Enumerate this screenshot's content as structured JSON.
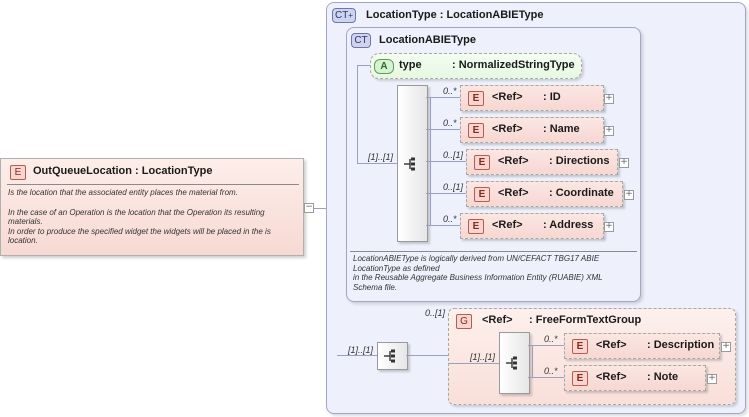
{
  "root": {
    "badge": "E",
    "title": "OutQueueLocation : LocationType",
    "doc": [
      "Is the location that the associated entity places the material from.",
      "In the case of an Operation is the location that the Operation its resulting materials.",
      "In order to produce the specified widget the widgets will be placed in the is location."
    ]
  },
  "complexType": {
    "badge": "CT",
    "title": "LocationType : LocationABIEType",
    "base": {
      "badge": "CT",
      "title": "LocationABIEType",
      "attribute": {
        "badge": "A",
        "name": "type",
        "type": ": NormalizedStringType"
      },
      "sequence_cardinality": "[1]..[1]",
      "elements": [
        {
          "card": "0..*",
          "badge": "E",
          "ref": "<Ref>",
          "name": ": ID"
        },
        {
          "card": "0..*",
          "badge": "E",
          "ref": "<Ref>",
          "name": ": Name"
        },
        {
          "card": "0..[1]",
          "badge": "E",
          "ref": "<Ref>",
          "name": ": Directions"
        },
        {
          "card": "0..[1]",
          "badge": "E",
          "ref": "<Ref>",
          "name": ": Coordinate"
        },
        {
          "card": "0..*",
          "badge": "E",
          "ref": "<Ref>",
          "name": ": Address"
        }
      ],
      "doc": [
        "LocationABIEType is logically derived from UN/CEFACT TBG17 ABIE",
        "LocationType as defined",
        "in the Reusable Aggregate Business Information Entity (RUABIE) XML",
        "Schema file."
      ]
    },
    "ext_sequence_cardinality": "[1]..[1]",
    "group": {
      "card": "0..[1]",
      "badge": "G",
      "ref": "<Ref>",
      "name": ": FreeFormTextGroup",
      "sequence_cardinality": "[1]..[1]",
      "elements": [
        {
          "card": "0..*",
          "badge": "E",
          "ref": "<Ref>",
          "name": ": Description"
        },
        {
          "card": "0..*",
          "badge": "E",
          "ref": "<Ref>",
          "name": ": Note"
        }
      ]
    }
  },
  "icons": {
    "plus": "+",
    "minus": "−",
    "ct_plus": "+"
  }
}
